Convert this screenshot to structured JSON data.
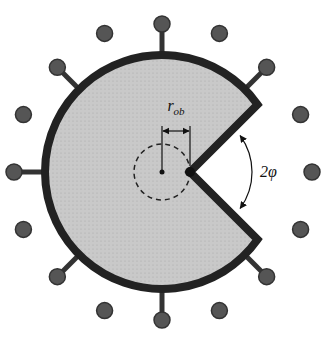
{
  "diagram": {
    "labels": [
      "r",
      "ob",
      "2φ"
    ]
  }
}
